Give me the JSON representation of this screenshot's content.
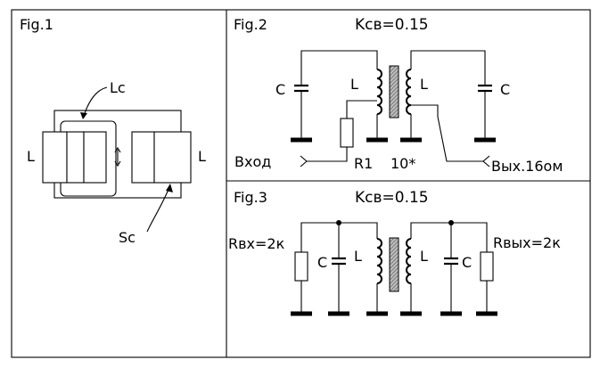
{
  "fig1": {
    "title": "Fig.1",
    "label_lc": "Lc",
    "label_sc": "Sc",
    "label_left_l": "L",
    "label_right_l": "L"
  },
  "fig2": {
    "title": "Fig.2",
    "coupling": "Kсв=0.15",
    "label_c_left": "C",
    "label_l_left": "L",
    "label_l_right": "L",
    "label_c_right": "C",
    "label_input": "Вход",
    "label_r1": "R1",
    "label_core": "10*",
    "label_output": "Вых.16ом"
  },
  "fig3": {
    "title": "Fig.3",
    "coupling": "Kсв=0.15",
    "label_rin": "Rвх=2к",
    "label_c_left": "C",
    "label_l_left": "L",
    "label_l_right": "L",
    "label_c_right": "C",
    "label_rout": "Rвых=2к"
  },
  "colors": {
    "ink": "#000000",
    "paper": "#ffffff",
    "core_hatch": "#808080"
  }
}
